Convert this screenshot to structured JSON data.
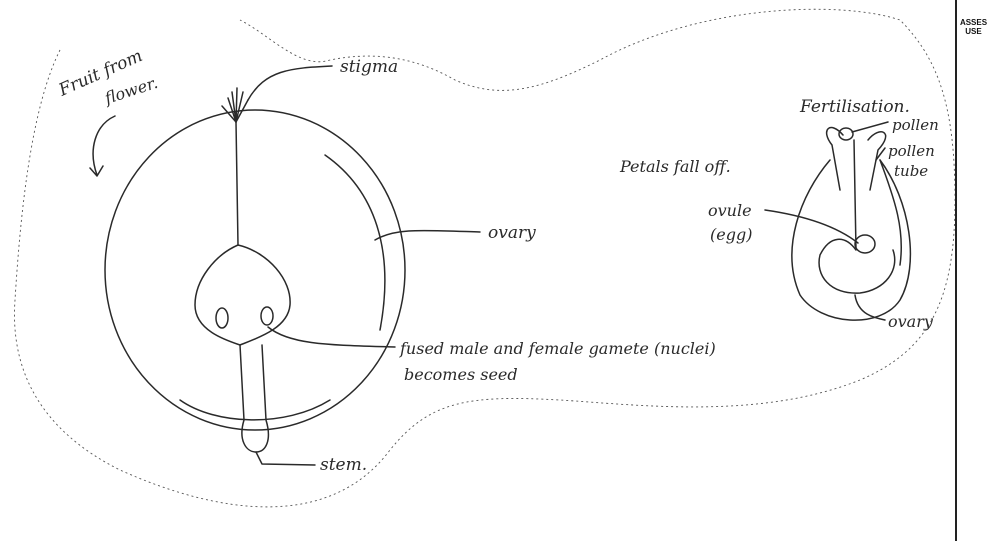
{
  "margin": {
    "label": "ASSES\nUSE"
  },
  "notes": {
    "fruit_from_flower": "Fruit from\nflower.",
    "to_fertilisation": "Fertilisation.",
    "petals_fall_off": "Petals fall off."
  },
  "left_diagram_labels": {
    "stigma": "stigma",
    "ovary": "ovary",
    "fused_line1": "fused male and female gamete (nuclei)",
    "fused_line2": "becomes seed",
    "stem": "stem."
  },
  "right_diagram_labels": {
    "pollen": "pollen",
    "pollen_tube_1": "pollen",
    "pollen_tube_2": "tube",
    "ovule_1": "ovule",
    "ovule_2": "(egg)",
    "ovary": "ovary"
  }
}
